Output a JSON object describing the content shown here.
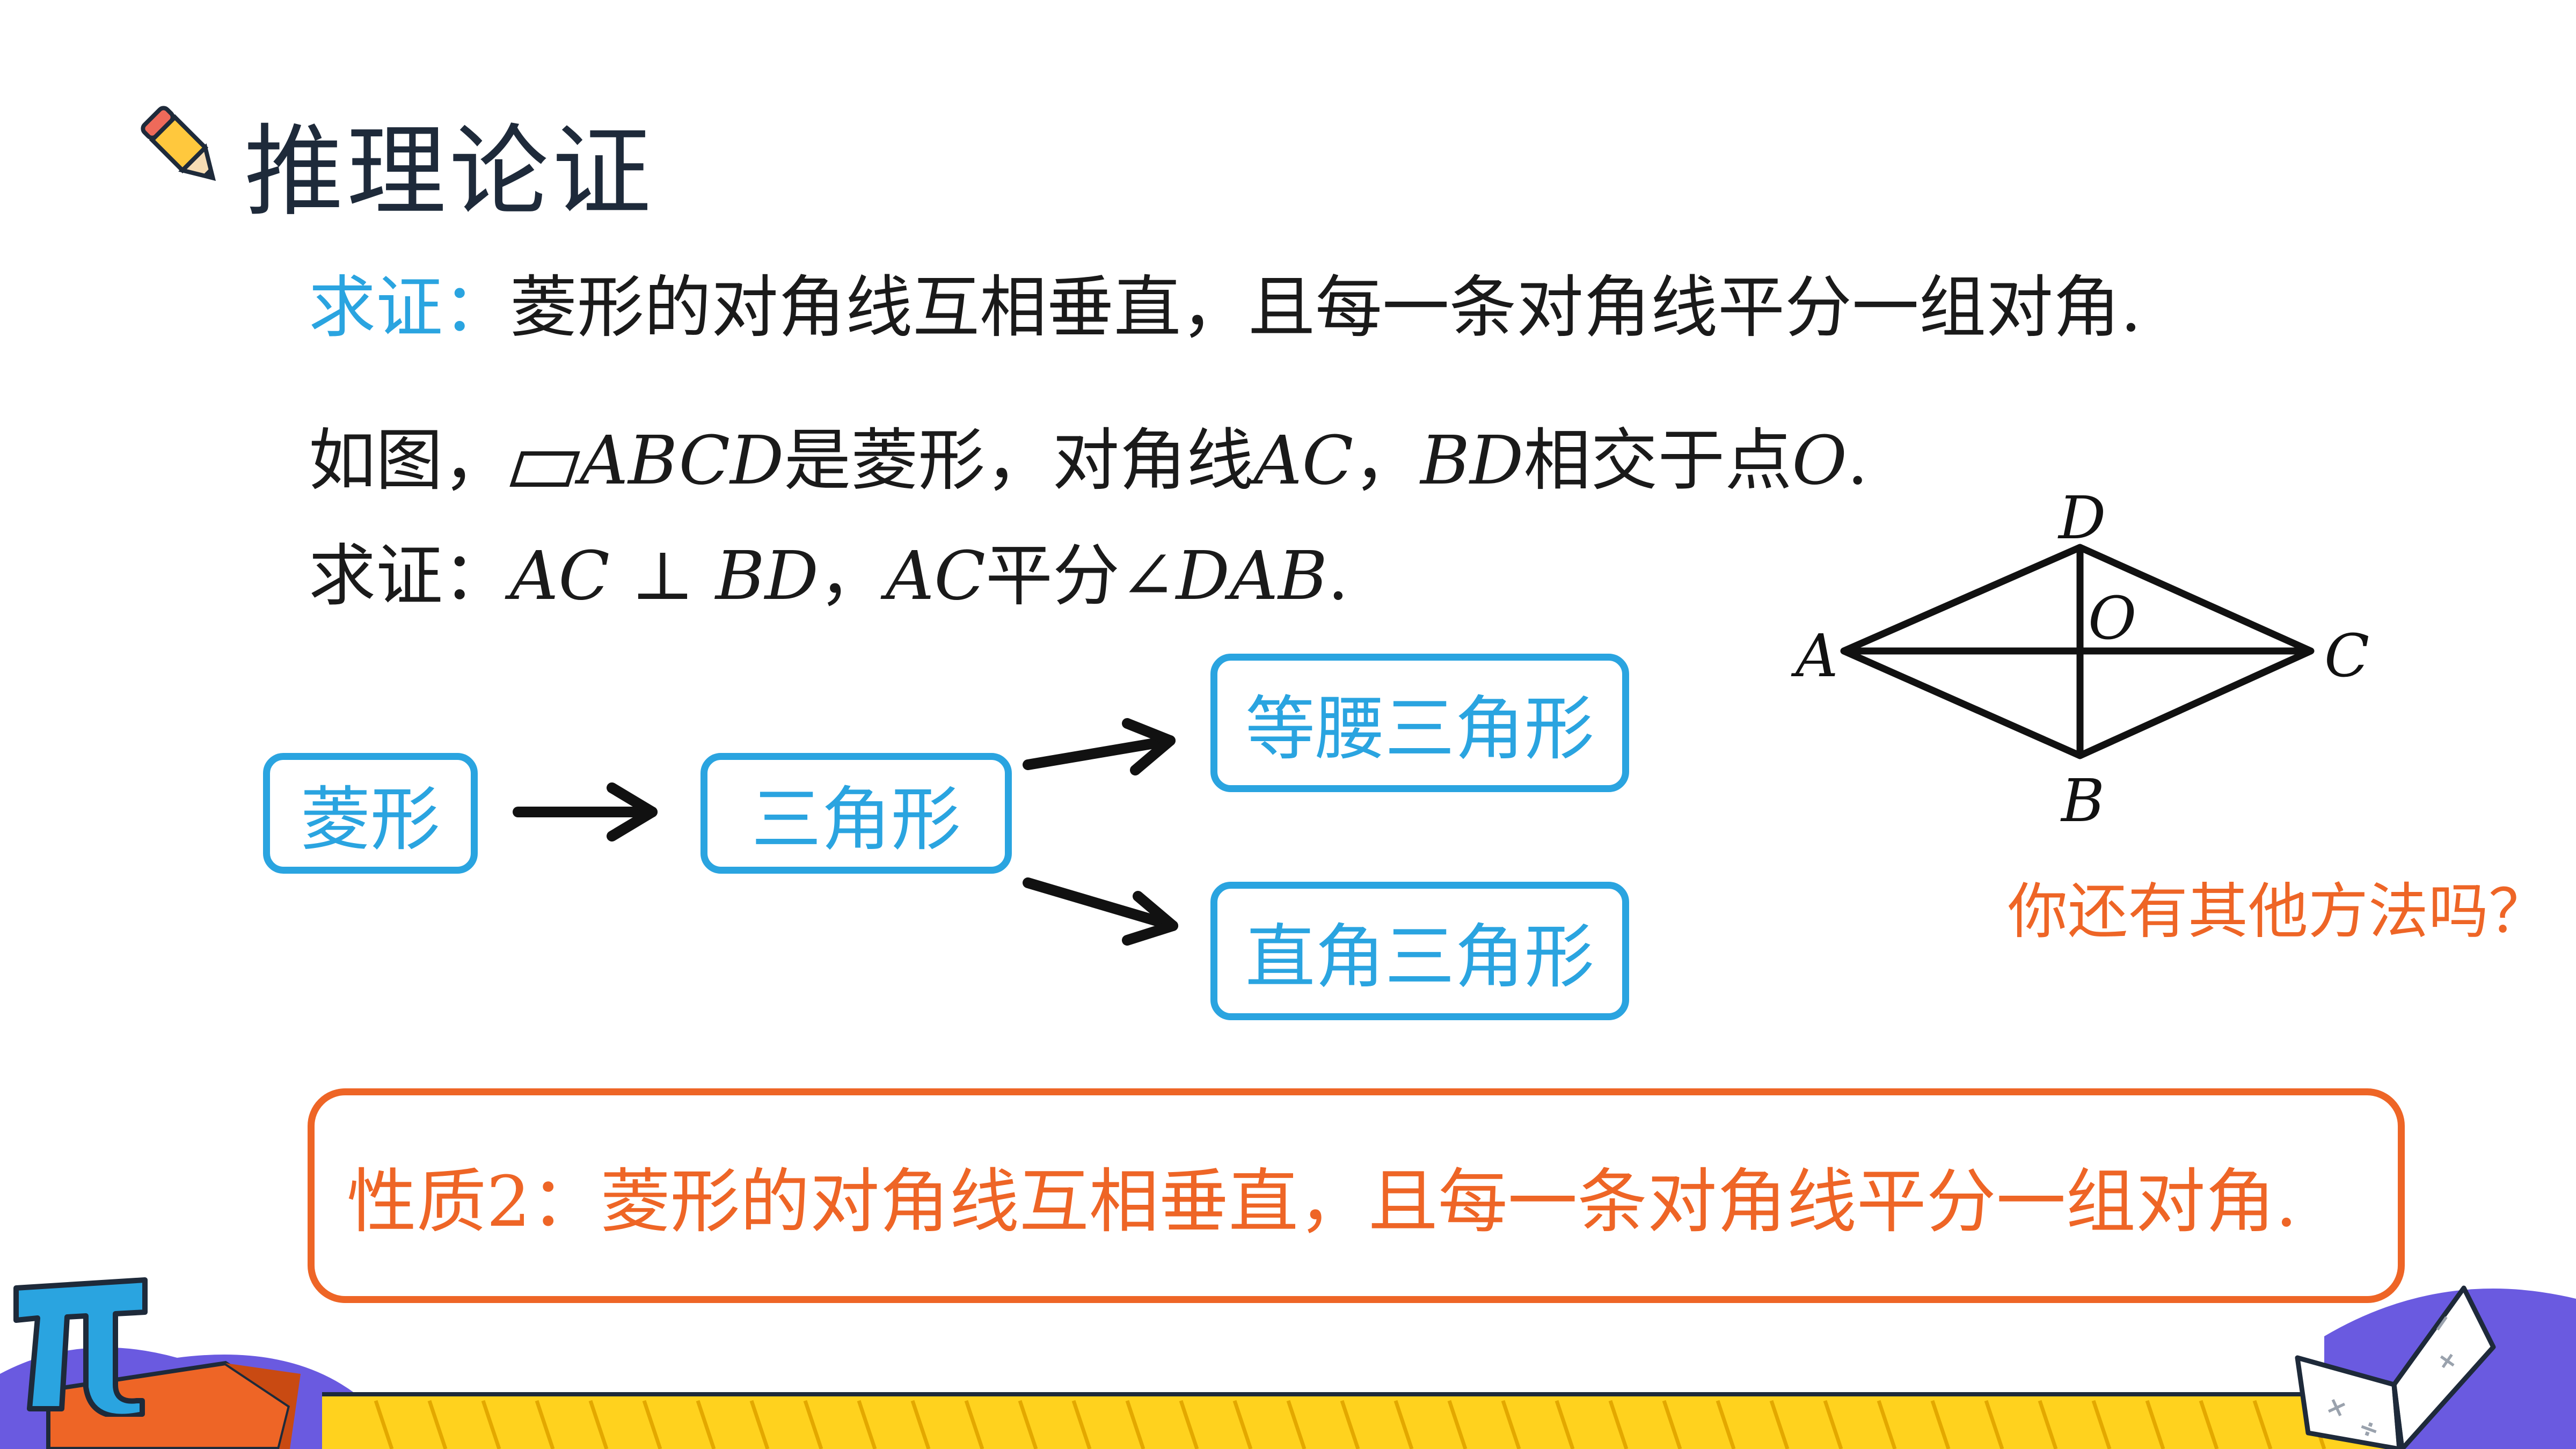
{
  "slide": {
    "title": "推理论证",
    "theorem": {
      "prefix": "求证：",
      "text": "菱形的对角线互相垂直，且每一条对角线平分一组对角."
    },
    "given": {
      "part1": "如图，",
      "name": "ABCD",
      "part2": "是菱形，对角线",
      "d1": "AC",
      "sep": "，",
      "d2": "BD",
      "part3": "相交于点",
      "point": "O",
      "end": "."
    },
    "prove": {
      "prefix": "求证：",
      "expr1": "AC ⊥ BD",
      "sep": "，",
      "d1": "AC",
      "mid": "平分∠",
      "angle": "DAB",
      "end": "."
    },
    "flow": {
      "start": "菱形",
      "middle": "三角形",
      "branch_top": "等腰三角形",
      "branch_bottom": "直角三角形"
    },
    "figure_labels": {
      "A": "A",
      "B": "B",
      "C": "C",
      "D": "D",
      "O": "O"
    },
    "question": "你还有其他方法吗？",
    "property": "性质2：菱形的对角线互相垂直，且每一条对角线平分一组对角."
  },
  "colors": {
    "blue": "#2aa4e0",
    "orange": "#ee6526",
    "yellow": "#ffd21e",
    "purple": "#6a5ae0"
  },
  "icons": [
    "pencil-icon",
    "pi-icon",
    "book-icon"
  ]
}
